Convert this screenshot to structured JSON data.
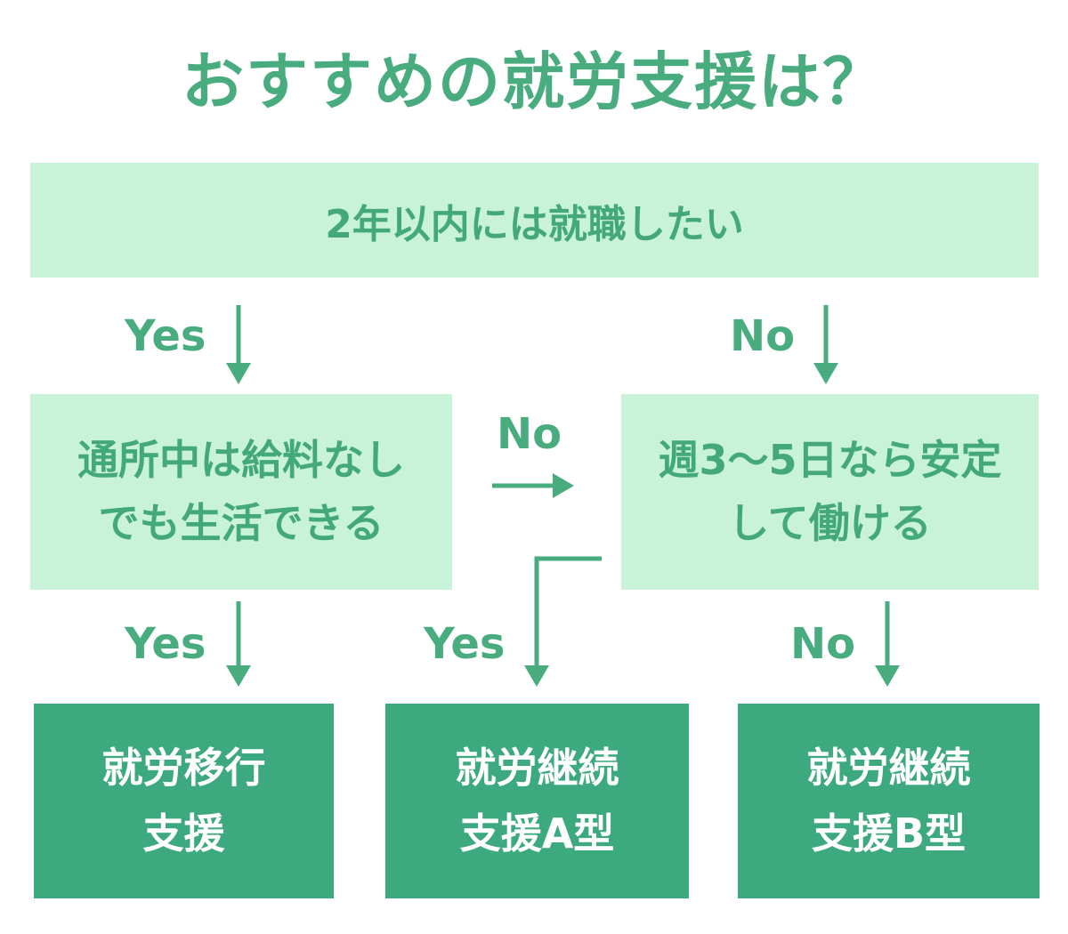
{
  "title": "おすすめの就労支援は？",
  "colors": {
    "accent_green": "#3da97e",
    "light_green": "#c9f3d9",
    "text_green": "#48ac7f",
    "result_text": "#ffffff",
    "background": "#ffffff"
  },
  "nodes": {
    "q1": {
      "text": "2年以内には就職したい"
    },
    "q2": {
      "line1": "通所中は給料なし",
      "line2": "でも生活できる"
    },
    "q3": {
      "line1": "週3〜5日なら安定",
      "line2": "して働ける"
    },
    "r1": {
      "line1": "就労移行",
      "line2": "支援"
    },
    "r2": {
      "line1": "就労継続",
      "line2": "支援A型"
    },
    "r3": {
      "line1": "就労継続",
      "line2": "支援B型"
    }
  },
  "edges": {
    "q1_yes": "Yes",
    "q1_no": "No",
    "q2_no": "No",
    "q2_yes": "Yes",
    "q3_yes": "Yes",
    "q3_no": "No"
  }
}
